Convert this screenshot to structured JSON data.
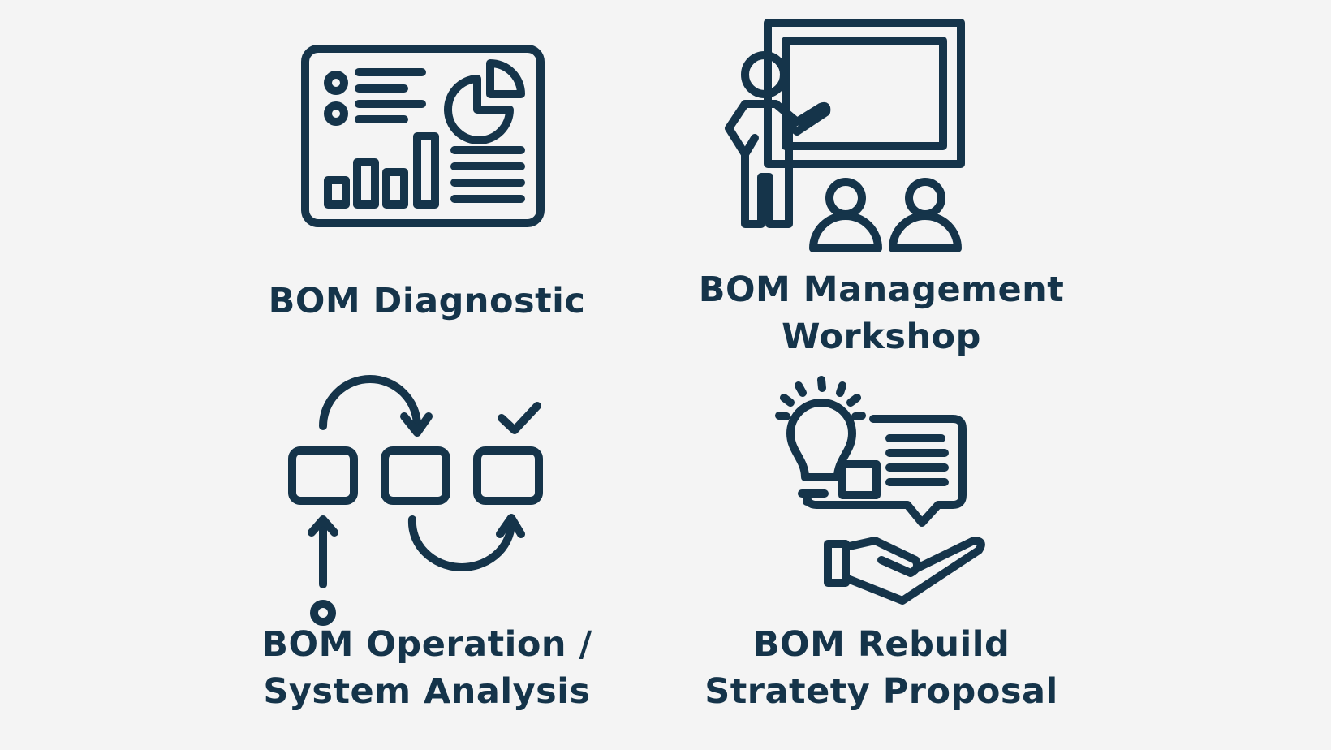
{
  "services": [
    {
      "id": "diagnostic",
      "icon": "dashboard-icon",
      "lines": [
        "BOM Diagnostic"
      ]
    },
    {
      "id": "workshop",
      "icon": "presentation-icon",
      "lines": [
        "BOM Management",
        "Workshop"
      ]
    },
    {
      "id": "analysis",
      "icon": "process-flow-icon",
      "lines": [
        "BOM Operation /",
        "System Analysis"
      ]
    },
    {
      "id": "proposal",
      "icon": "idea-proposal-icon",
      "lines": [
        "BOM Rebuild",
        "Stratety Proposal"
      ]
    }
  ],
  "colors": {
    "background": "#f4f4f4",
    "icon": "#15344a",
    "text": "#15344a"
  }
}
